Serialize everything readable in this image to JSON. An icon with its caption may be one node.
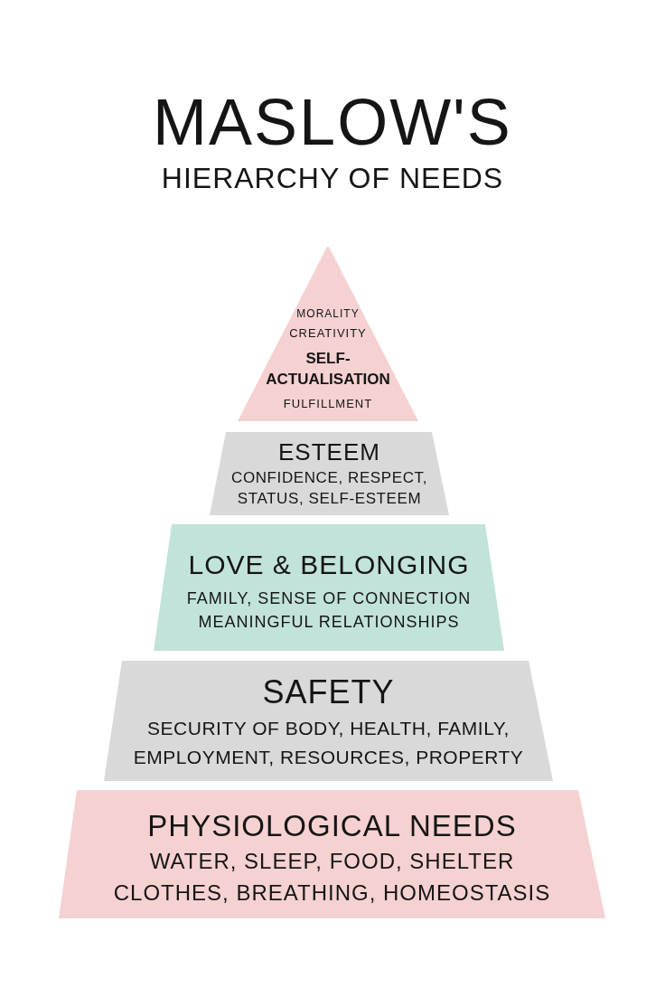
{
  "diagram": {
    "title": "MASLOW'S HIERARCHY OF NEEDS",
    "nodes": [
      {
        "text": [
          "MORALITY",
          "CREATIVITY",
          "SELF-ACTUALISATION",
          "FULFILLMENT"
        ]
      },
      {
        "text": [
          "ESTEEM",
          "CONFIDENCE, RESPECT, STATUS, SELF-ESTEEM"
        ]
      },
      {
        "text": [
          "LOVE & BELONGING",
          "FAMILY, SENSE OF CONNECTION MEANINGFUL RELATIONSHIPS"
        ]
      },
      {
        "text": [
          "SAFETY",
          "SECURITY OF BODY, HEALTH, FAMILY, EMPLOYMENT, RESOURCES, PROPERTY"
        ]
      },
      {
        "text": [
          "PHYSIOLOGICAL NEEDS",
          "WATER, SLEEP, FOOD, SHELTER CLOTHES, BREATHING, HOMEOSTASIS"
        ]
      }
    ]
  }
}
